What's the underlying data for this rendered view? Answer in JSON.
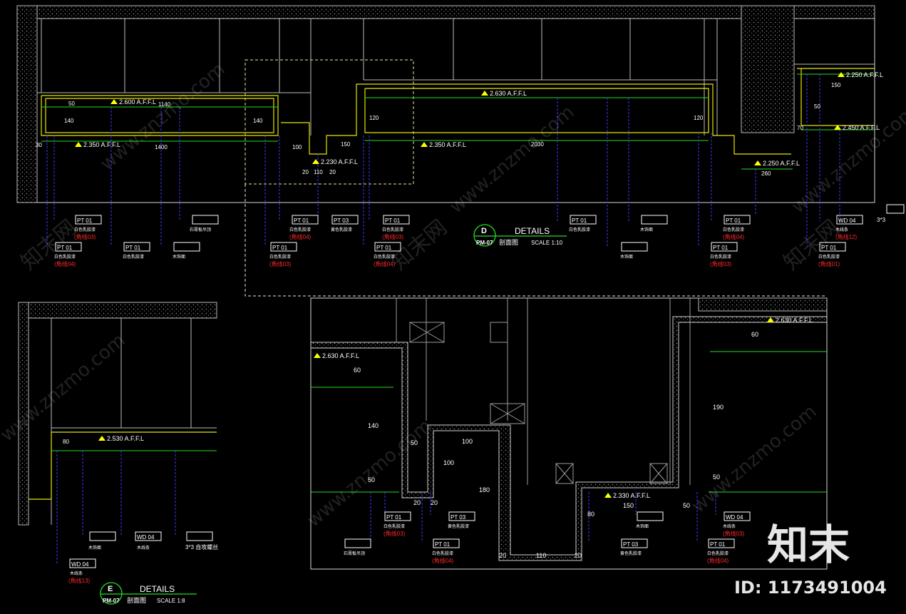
{
  "drawing": {
    "detail_d": {
      "letter": "D",
      "sheet": "PM-07",
      "title": "DETAILS",
      "subtitle": "剖面图",
      "scale": "SCALE   1:10"
    },
    "detail_e": {
      "letter": "E",
      "sheet": "PM-07",
      "title": "DETAILS",
      "subtitle": "剖面图",
      "scale": "SCALE   1:8"
    },
    "levels": {
      "l2600": "2.600 A.F.F.L",
      "l2630": "2.630 A.F.F.L",
      "l2350": "2.350 A.F.F.L",
      "l2230": "2.230 A.F.F.L",
      "l2250": "2.250 A.F.F.L",
      "l2450": "2.450 A.F.F.L",
      "l2530": "2.530 A.F.F.L",
      "l2630b": "2.630 A.F.F.L",
      "l2330": "2.330 A.F.F.L"
    },
    "dims": {
      "d1140": "1140",
      "d1400": "1400",
      "d2030": "2030",
      "d150": "150",
      "d100": "100",
      "d110": "110",
      "d20": "20",
      "d50": "50",
      "d140": "140",
      "d120": "120",
      "d260": "260",
      "d60": "60",
      "d190": "190",
      "d180": "180",
      "d80": "80",
      "d70": "70",
      "d30": "30"
    },
    "tags": {
      "pt01": "PT 01",
      "pt03": "PT 03",
      "wd04": "WD 04"
    },
    "notes": {
      "white_paint": "白色乳胶漆",
      "yellow_paint": "黄色乳胶漆",
      "gypsum": "石膏板吊顶",
      "wood_panel": "木饰面",
      "wood_line": "木线条",
      "steel": "3*3 自攻螺丝"
    },
    "callouts": {
      "c03": "(角线03)",
      "c04": "(角线04)",
      "c01": "(角线01)",
      "c12": "(角线12)",
      "c13": "(角线13)"
    },
    "misc": {
      "dim_33": "3*3",
      "dim_33b": "3*3 自攻螺丝"
    },
    "watermark": {
      "site": "www.znzmo.com",
      "brand": "知末网"
    },
    "branding": {
      "logo": "知末",
      "id_label": "ID: 1173491004"
    }
  }
}
